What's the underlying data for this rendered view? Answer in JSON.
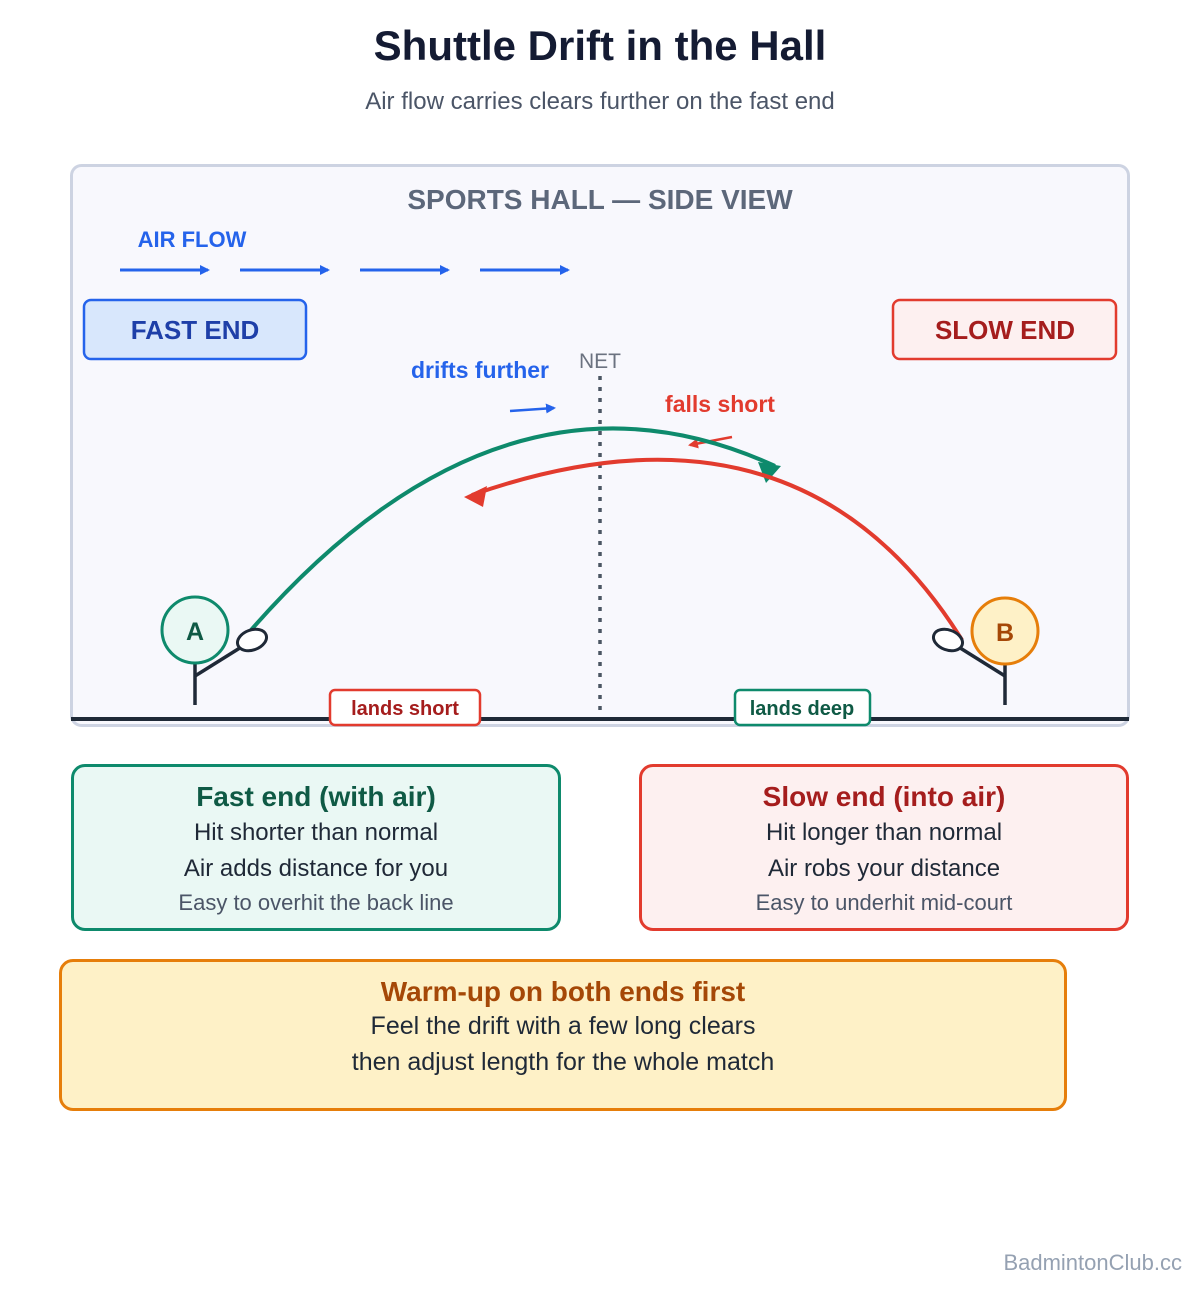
{
  "header": {
    "title": "Shuttle Drift in the Hall",
    "subtitle": "Air flow carries clears further on the fast end"
  },
  "diagram": {
    "panel_title": "SPORTS HALL — SIDE VIEW",
    "air_flow_label": "AIR FLOW",
    "fast_end_label": "FAST END",
    "slow_end_label": "SLOW END",
    "net_label": "NET",
    "drifts_further_label": "drifts further",
    "falls_short_label": "falls short",
    "player_a_label": "A",
    "player_b_label": "B",
    "lands_short_label": "lands short",
    "lands_deep_label": "lands deep"
  },
  "cards": {
    "fast": {
      "heading": "Fast end (with air)",
      "line1": "Hit shorter than normal",
      "line2": "Air adds distance for you",
      "note": "Easy to overhit the back line"
    },
    "slow": {
      "heading": "Slow end (into air)",
      "line1": "Hit longer than normal",
      "line2": "Air robs your distance",
      "note": "Easy to underhit mid-court"
    },
    "warmup": {
      "heading": "Warm-up on both ends first",
      "line1": "Feel the drift with a few long clears",
      "line2": "then adjust length for the whole match"
    }
  },
  "footer": {
    "site": "BadmintonClub.cc"
  },
  "colors": {
    "fast_green": "#0e8a6c",
    "slow_red": "#e23b2e",
    "air_blue": "#2563eb",
    "warm_orange": "#e67e0a"
  }
}
